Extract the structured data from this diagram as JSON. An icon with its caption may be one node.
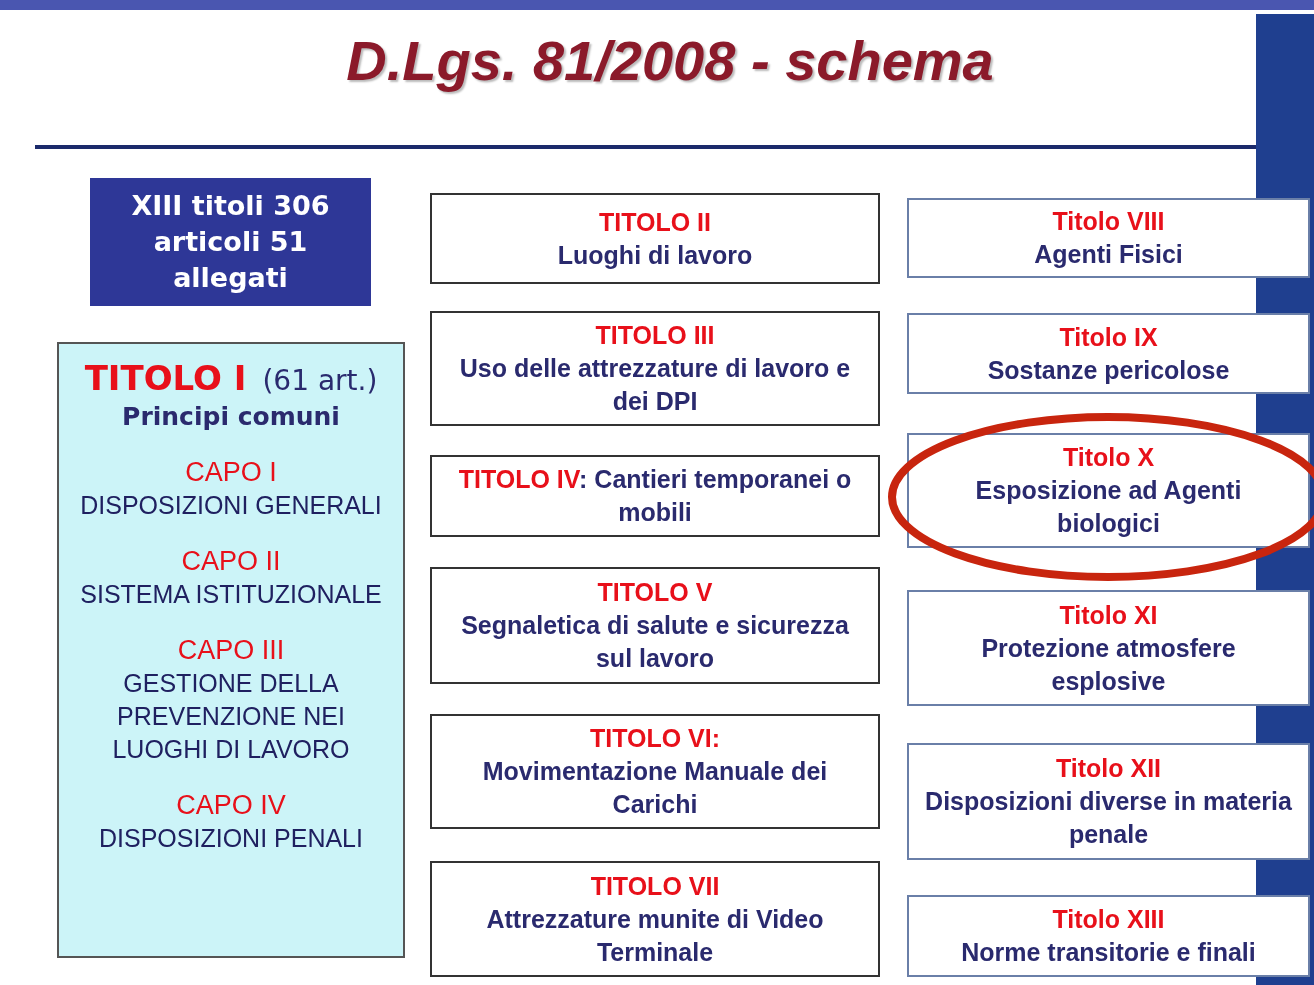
{
  "diagram": {
    "title": "D.Lgs. 81/2008 - schema",
    "nodes": [
      {
        "text": [
          "XIII titoli 306 articoli 51 allegati"
        ]
      },
      {
        "text": [
          "TITOLO I",
          "(61 art.)",
          "Principi comuni",
          "CAPO I",
          "DISPOSIZIONI GENERALI",
          "CAPO II",
          "SISTEMA ISTITUZIONALE",
          "CAPO III",
          "GESTIONE DELLA PREVENZIONE NEI LUOGHI DI LAVORO",
          "CAPO IV",
          "DISPOSIZIONI PENALI"
        ]
      },
      {
        "text": [
          "TITOLO II",
          "Luoghi di lavoro"
        ]
      },
      {
        "text": [
          "TITOLO III",
          "Uso delle attrezzature di lavoro e dei DPI"
        ]
      },
      {
        "text": [
          "TITOLO IV",
          ": Cantieri temporanei  o mobili"
        ]
      },
      {
        "text": [
          "TITOLO V",
          "Segnaletica di salute e sicurezza sul lavoro"
        ]
      },
      {
        "text": [
          "TITOLO VI:",
          "Movimentazione Manuale dei Carichi"
        ]
      },
      {
        "text": [
          "TITOLO VII",
          "Attrezzature munite di Video Terminale"
        ]
      },
      {
        "text": [
          "Titolo VIII",
          "Agenti Fisici"
        ]
      },
      {
        "text": [
          "Titolo IX",
          "Sostanze pericolose"
        ]
      },
      {
        "text": [
          "Titolo X",
          "Esposizione ad Agenti biologici"
        ]
      },
      {
        "text": [
          "Titolo XI",
          "Protezione atmosfere esplosive"
        ]
      },
      {
        "text": [
          "Titolo XII",
          "Disposizioni diverse in materia penale"
        ]
      },
      {
        "text": [
          "Titolo XIII",
          "Norme transitorie e finali"
        ]
      }
    ]
  }
}
